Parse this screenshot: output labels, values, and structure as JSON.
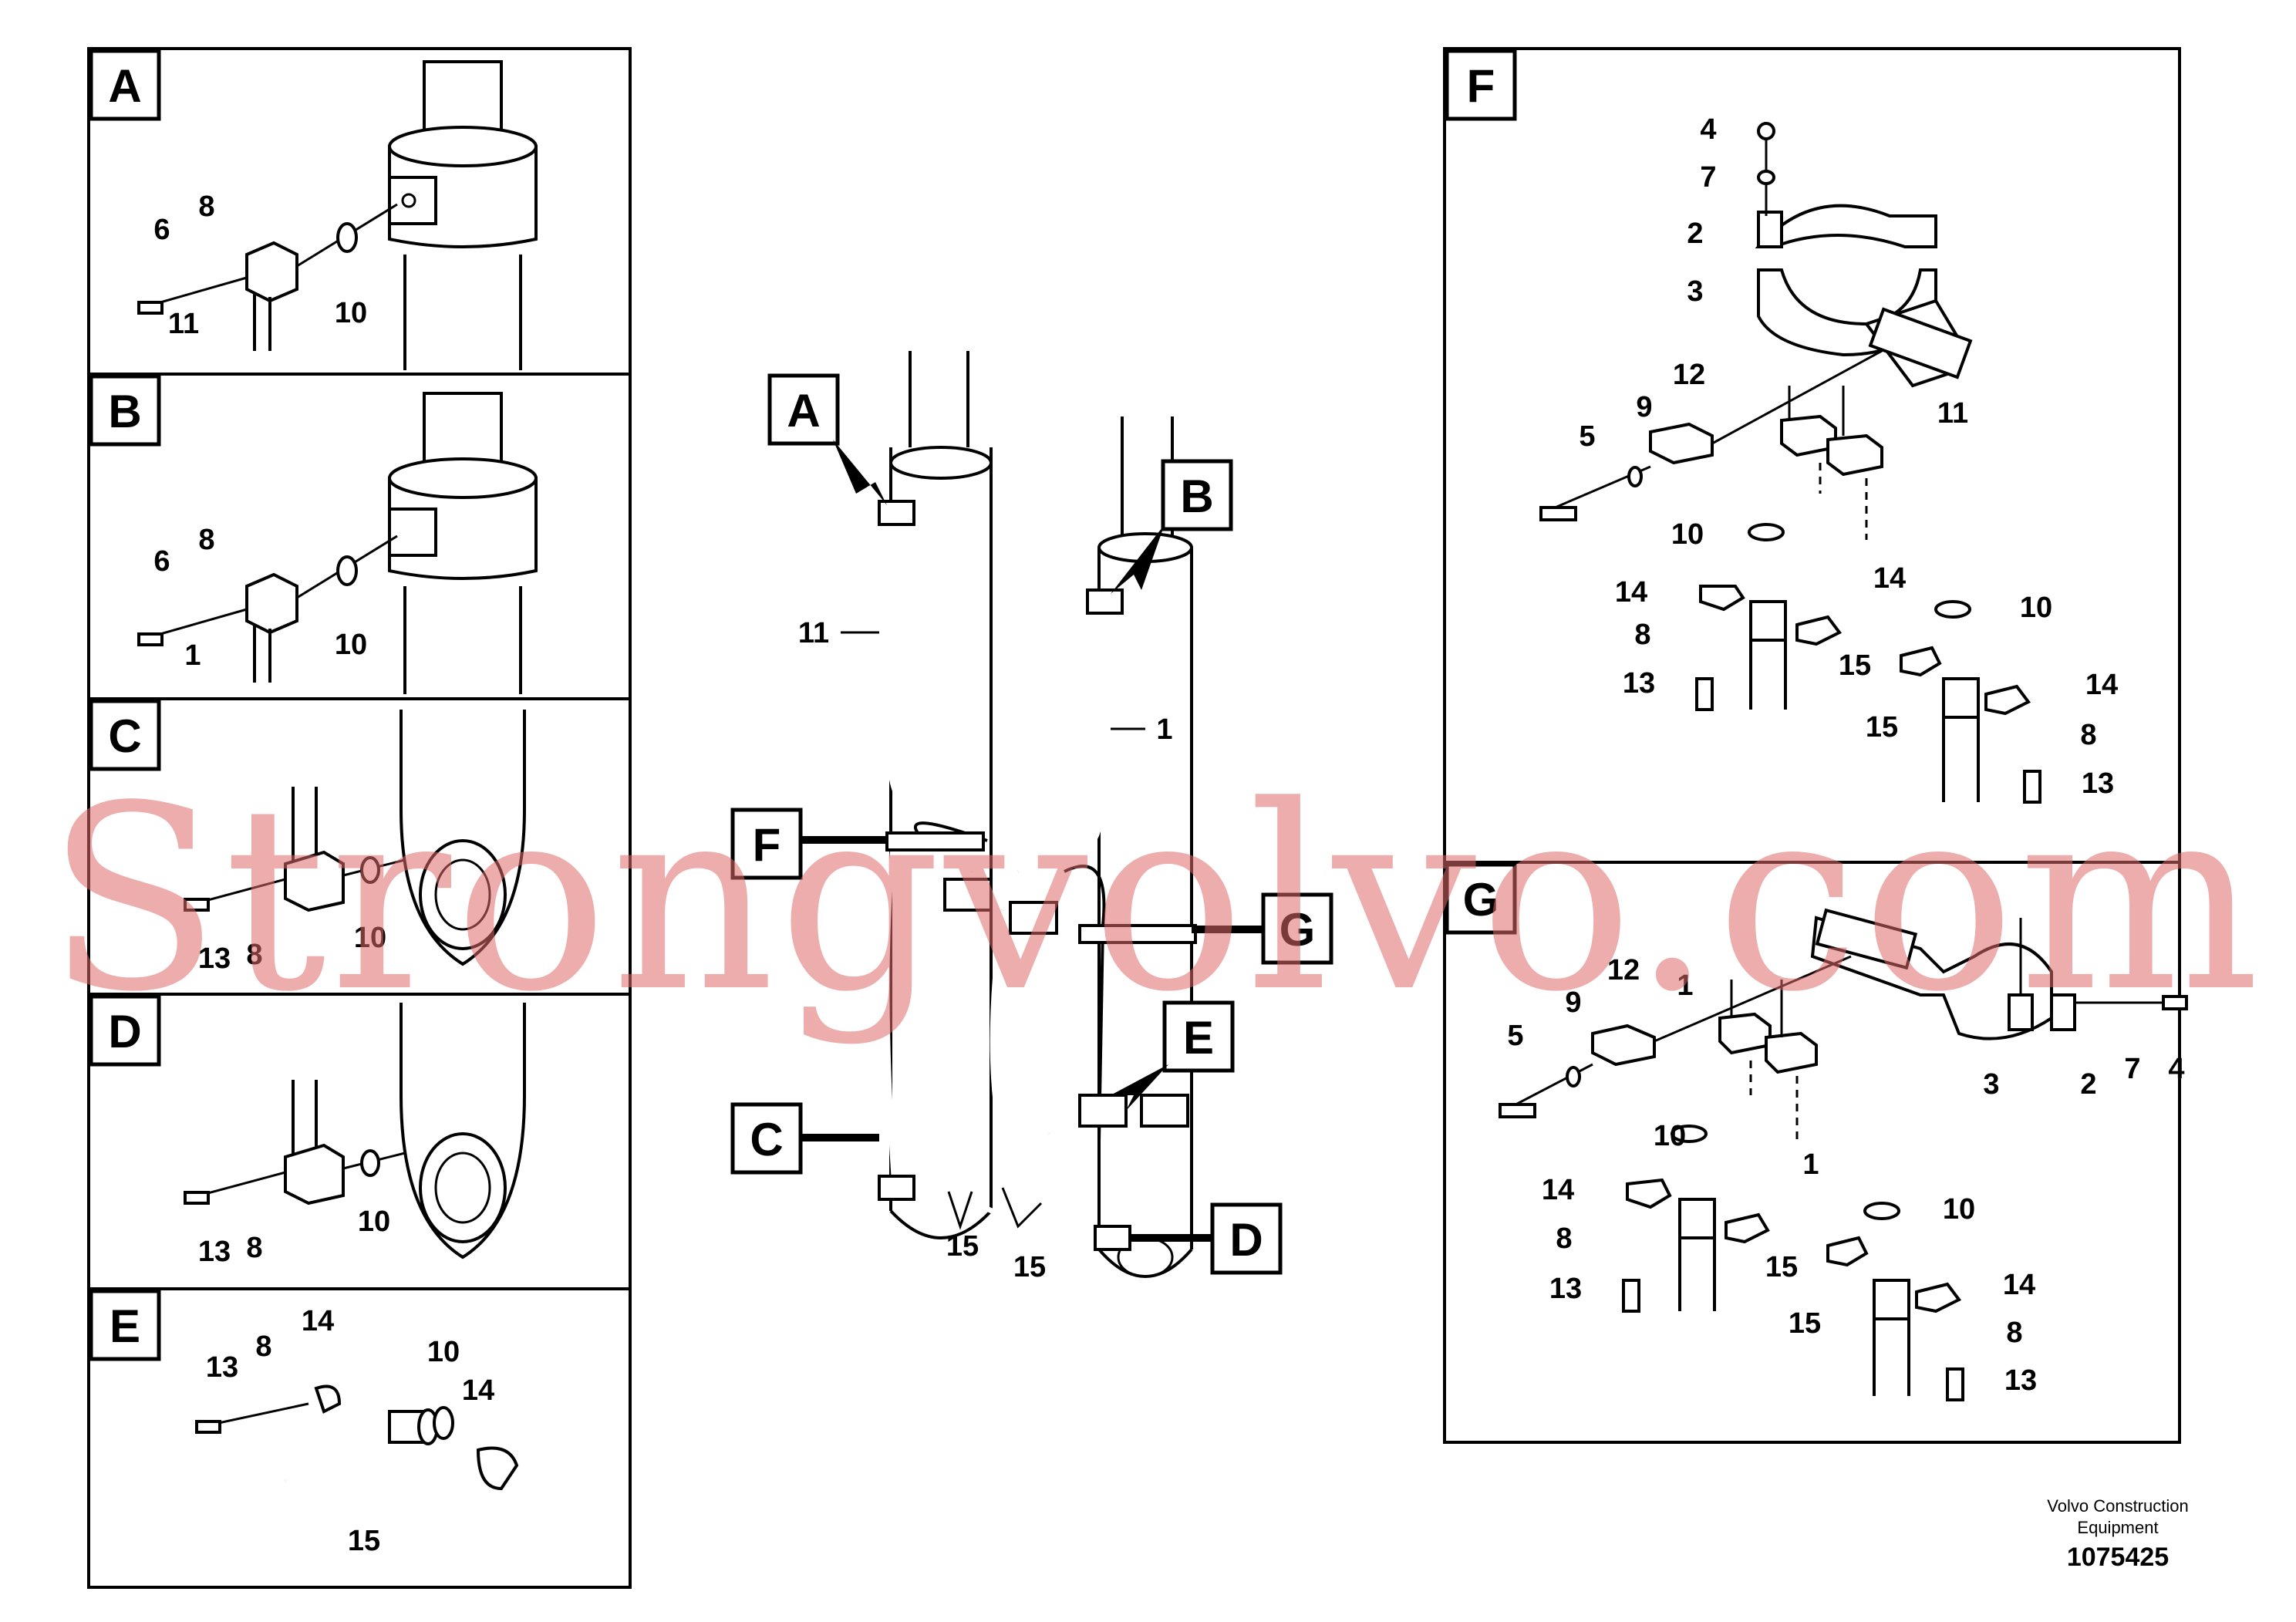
{
  "panels": {
    "A": {
      "title": "A",
      "labels": {
        "p6": "6",
        "p8": "8",
        "p11": "11",
        "p10": "10"
      }
    },
    "B": {
      "title": "B",
      "labels": {
        "p6": "6",
        "p8": "8",
        "p1": "1",
        "p10": "10"
      }
    },
    "C": {
      "title": "C",
      "labels": {
        "p13": "13",
        "p8": "8",
        "p10": "10"
      }
    },
    "D": {
      "title": "D",
      "labels": {
        "p13": "13",
        "p8": "8",
        "p10": "10"
      }
    },
    "E": {
      "title": "E",
      "labels": {
        "p13": "13",
        "p8": "8",
        "p14a": "14",
        "p10": "10",
        "p14b": "14",
        "p15": "15"
      }
    },
    "F": {
      "title": "F",
      "labels": {
        "p4": "4",
        "p7": "7",
        "p2": "2",
        "p3": "3",
        "p12": "12",
        "p9": "9",
        "p5": "5",
        "p11": "11",
        "p10a": "10",
        "p14a": "14",
        "p8a": "8",
        "p13a": "13",
        "p14b": "14",
        "p15a": "15",
        "p10b": "10",
        "p14c": "14",
        "p15b": "15",
        "p8b": "8",
        "p13b": "13"
      }
    },
    "G": {
      "title": "G",
      "labels": {
        "p12": "12",
        "p1": "1",
        "p9": "9",
        "p5": "5",
        "p10a": "10",
        "p3": "3",
        "p2": "2",
        "p7": "7",
        "p4": "4",
        "p14a": "14",
        "p8a": "8",
        "p13a": "13",
        "p1b": "1",
        "p15a": "15",
        "p10b": "10",
        "p14b": "14",
        "p15b": "15",
        "p8b": "8",
        "p13b": "13"
      }
    }
  },
  "main": {
    "callouts": {
      "A": "A",
      "B": "B",
      "C": "C",
      "D": "D",
      "E": "E",
      "F": "F",
      "G": "G"
    },
    "labels": {
      "p11": "11",
      "p1": "1",
      "p15a": "15",
      "p15b": "15"
    }
  },
  "footer": {
    "company_line1": "Volvo Construction",
    "company_line2": "Equipment",
    "drawing_number": "1075425"
  },
  "watermark": "Strongvolvo.com"
}
